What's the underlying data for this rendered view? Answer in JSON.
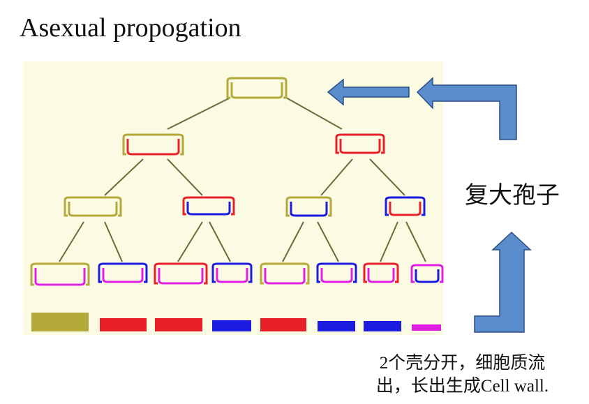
{
  "title": "Asexual propogation",
  "spore_label": "复大孢子",
  "note": {
    "line1": "2个壳分开，细胞质流",
    "line2": "出，长出生成Cell wall."
  },
  "colors": {
    "background": "#fbfbe3",
    "olive": "#b3a93a",
    "red": "#e8202a",
    "blue": "#1c1ce0",
    "magenta": "#e020e0",
    "arrow_fill": "#5b8ccc",
    "arrow_stroke": "#2c4f86",
    "connector": "#6b6b3a"
  },
  "icons": [
    "arrow-left-icon",
    "arrow-left-icon",
    "arrow-up-icon",
    "arrow-up-icon"
  ]
}
